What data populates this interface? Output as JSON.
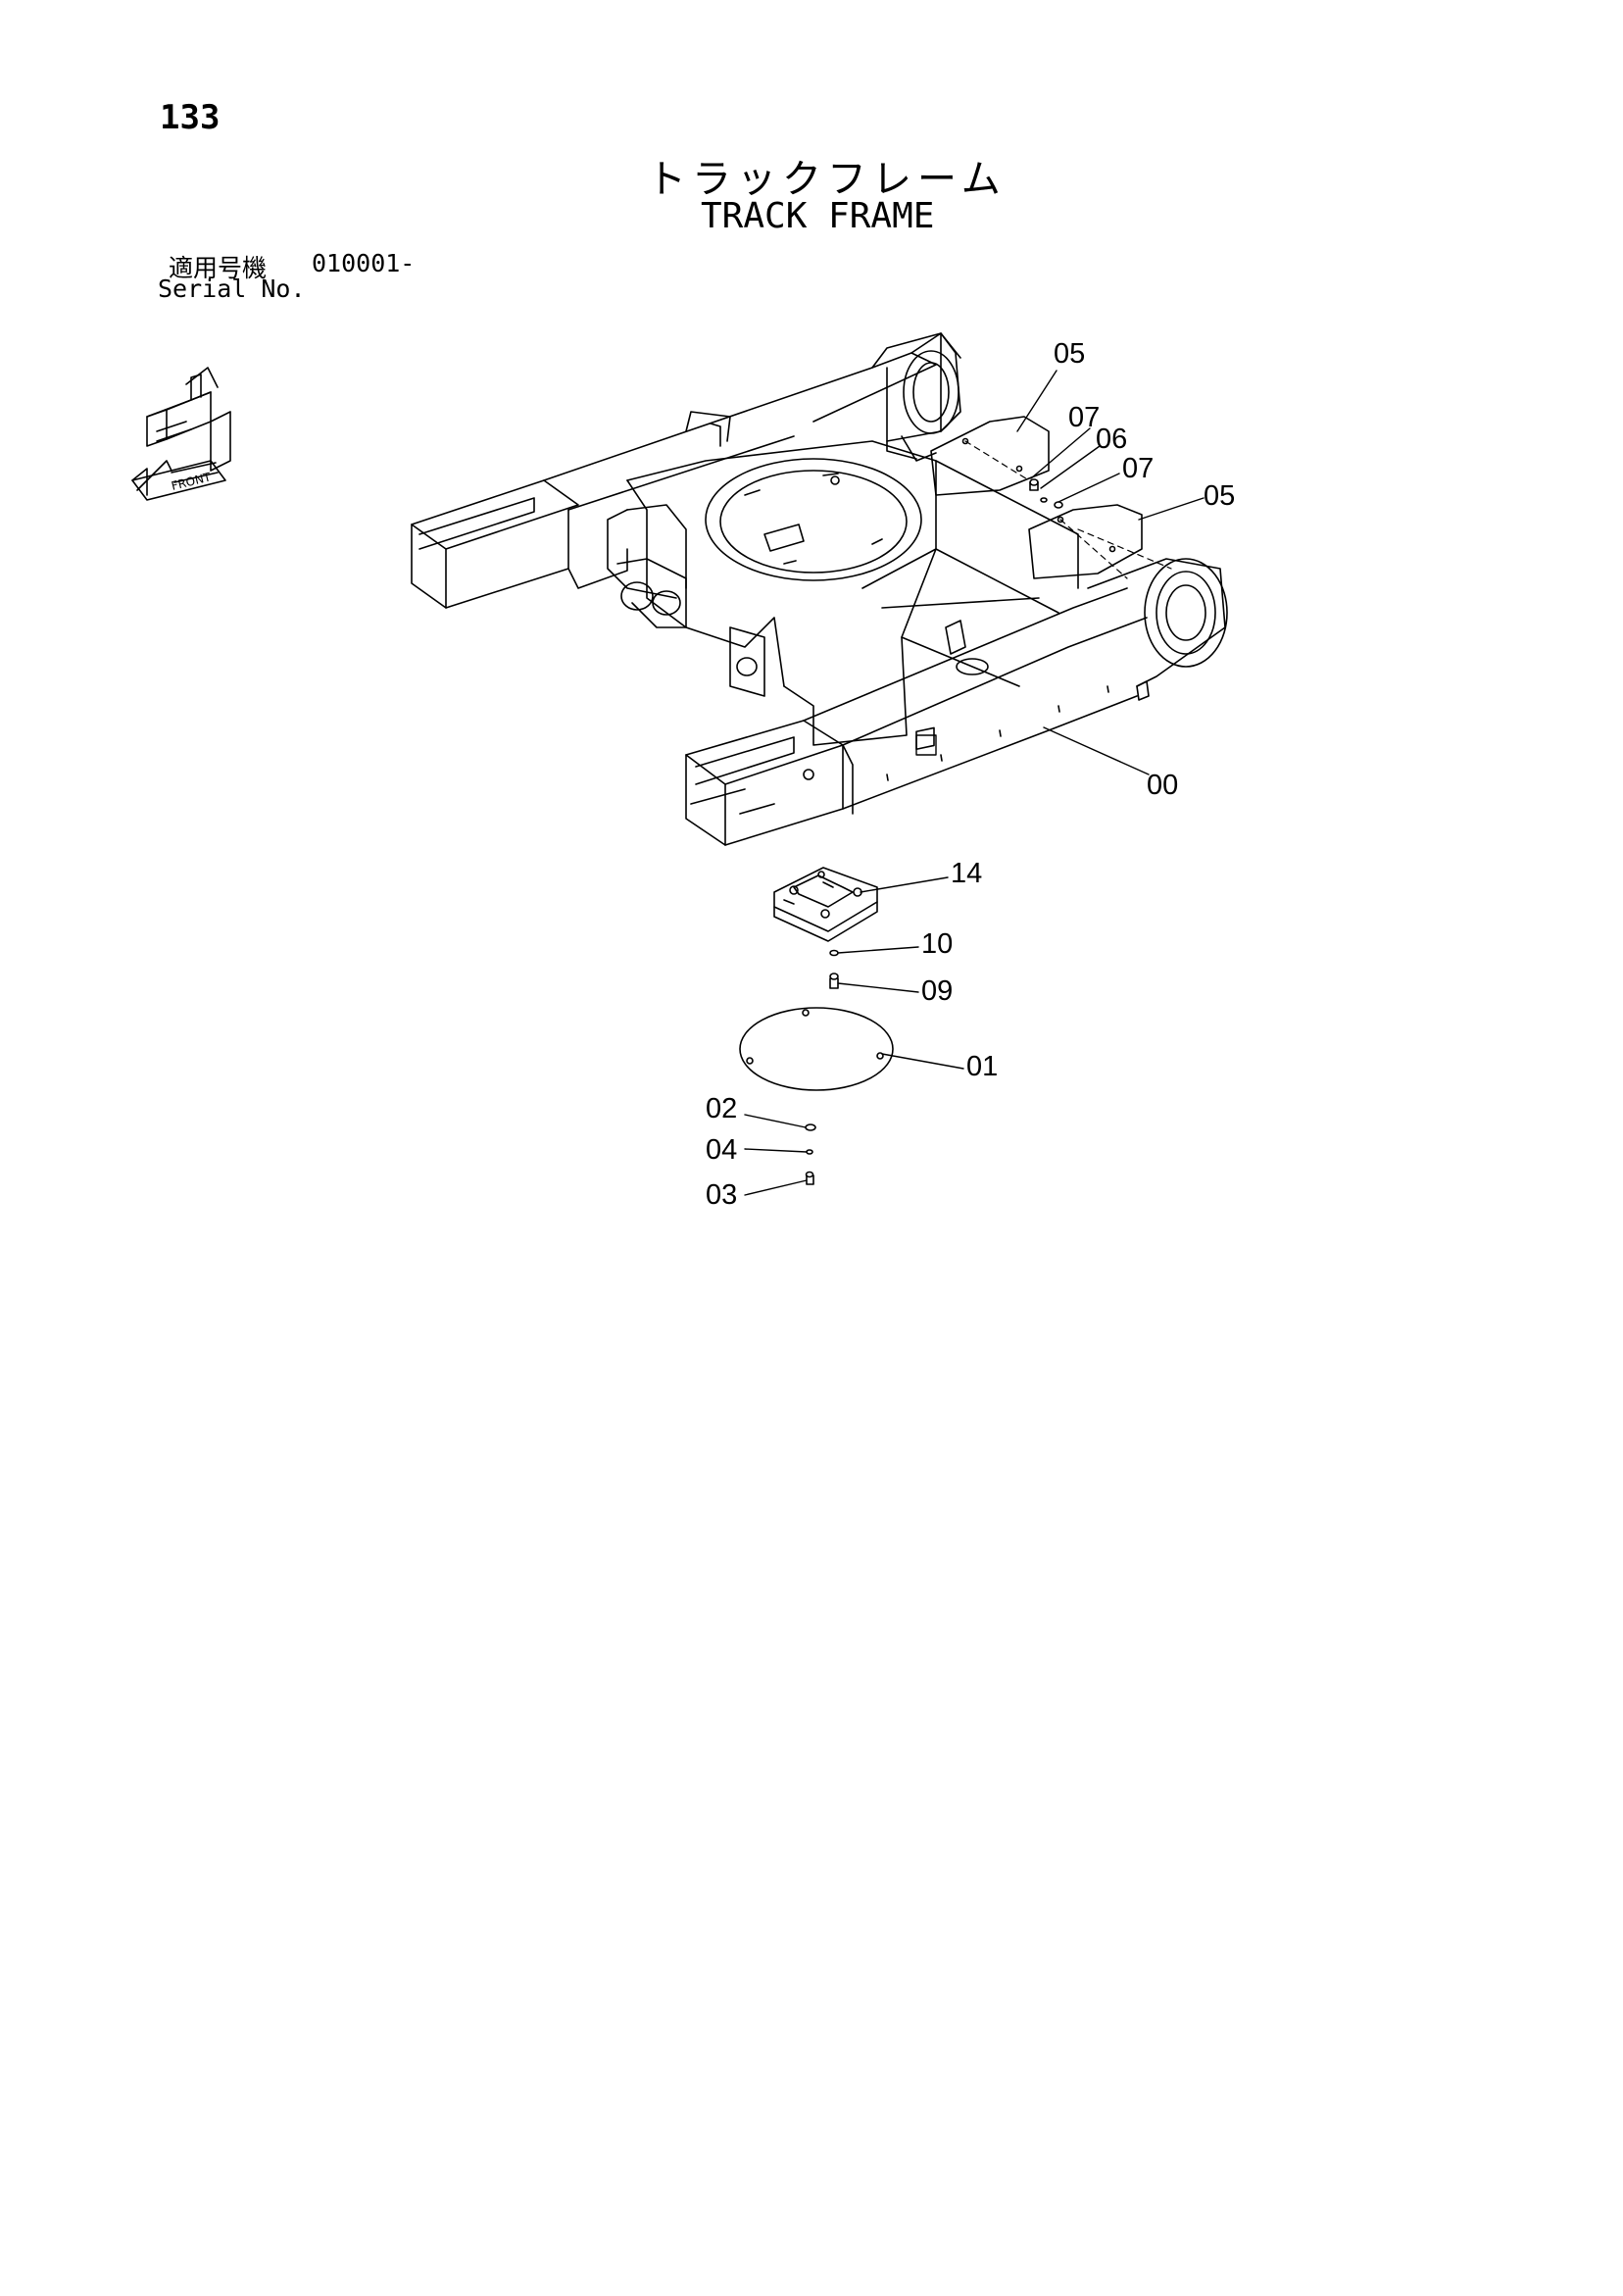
{
  "page": {
    "number": "133",
    "title_ja": "トラックフレーム",
    "title_en": "TRACK FRAME"
  },
  "serial": {
    "label_ja": "適用号機",
    "range": "010001-",
    "label_en": "Serial No."
  },
  "compass": {
    "labels": [
      "FRONT"
    ]
  },
  "callouts": [
    {
      "id": "05a",
      "label": "05"
    },
    {
      "id": "07a",
      "label": "07"
    },
    {
      "id": "06",
      "label": "06"
    },
    {
      "id": "07b",
      "label": "07"
    },
    {
      "id": "05b",
      "label": "05"
    },
    {
      "id": "00",
      "label": "00"
    },
    {
      "id": "14",
      "label": "14"
    },
    {
      "id": "10",
      "label": "10"
    },
    {
      "id": "09",
      "label": "09"
    },
    {
      "id": "01",
      "label": "01"
    },
    {
      "id": "02",
      "label": "02"
    },
    {
      "id": "04",
      "label": "04"
    },
    {
      "id": "03",
      "label": "03"
    }
  ],
  "colors": {
    "ink": "#000000",
    "paper": "#ffffff"
  }
}
